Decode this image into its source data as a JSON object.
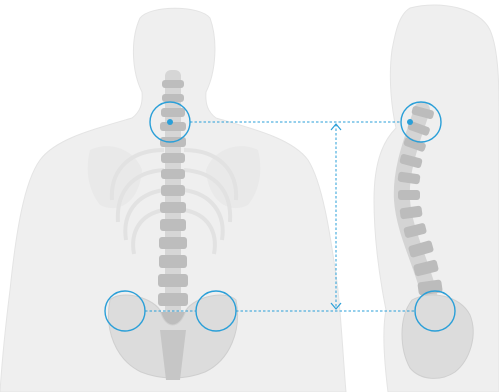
{
  "colors": {
    "background": "#ffffff",
    "body_fill": "#eeeeee",
    "body_stroke": "#e4e4e4",
    "bone_light": "#e2e2e2",
    "bone_mid": "#c9c9c9",
    "bone_dark": "#9a9a9a",
    "accent_blue": "#2a9fd8"
  },
  "figures": {
    "back_view": {
      "markers": [
        "neck-vertebra-marker",
        "left-hip-marker",
        "right-hip-marker"
      ]
    },
    "side_view": {
      "markers": [
        "side-neck-marker",
        "side-hip-marker"
      ]
    }
  },
  "measurement": {
    "style": "dashed",
    "arrow": "double-headed"
  }
}
